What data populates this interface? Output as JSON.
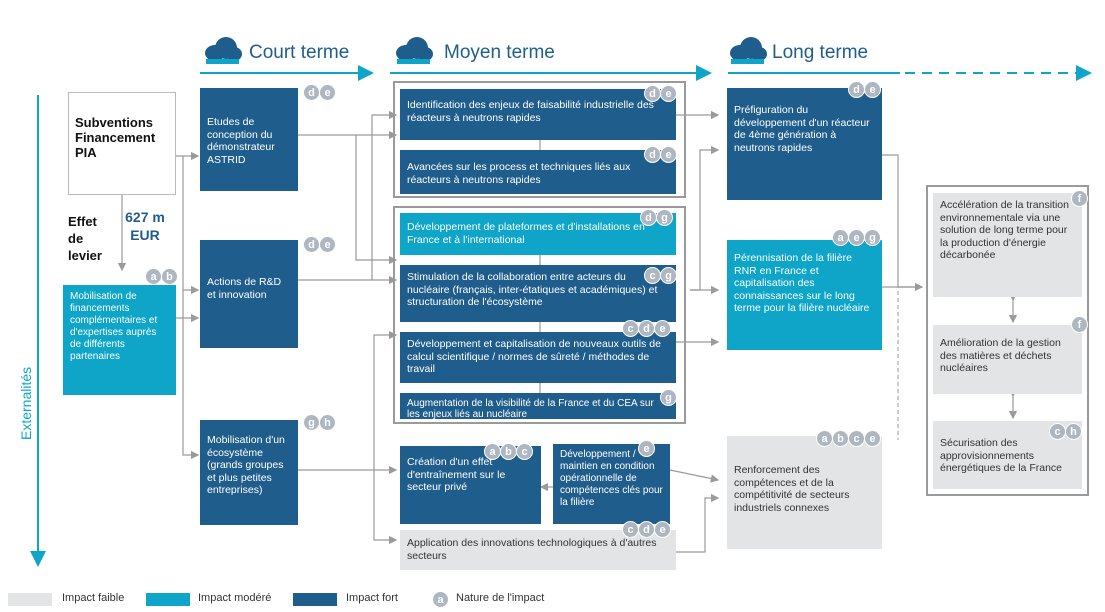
{
  "headers": {
    "court": "Court terme",
    "moyen": "Moyen terme",
    "long": "Long terme"
  },
  "side_label": "Externalités",
  "subventions": {
    "l1": "Subventions",
    "l2": "Financement",
    "l3": "PIA"
  },
  "effet": {
    "l1": "Effet",
    "l2": "de",
    "l3": "levier",
    "amount": "627 m",
    "unit": "EUR"
  },
  "mobilisation_fin": {
    "text": "Mobilisation de financements complémentaires et d'expertises auprès de différents partenaires",
    "badges": [
      "a",
      "b"
    ]
  },
  "court_boxes": [
    {
      "text": "Etudes de conception du démonstrateur ASTRID",
      "badges": [
        "d",
        "e"
      ]
    },
    {
      "text": "Actions de R&D et innovation",
      "badges": [
        "d",
        "e"
      ]
    },
    {
      "text": "Mobilisation d'un écosystème (grands groupes et plus petites entreprises)",
      "badges": [
        "g",
        "h"
      ]
    }
  ],
  "moyen_boxes": [
    {
      "text": "Identification des enjeux de faisabilité industrielle des réacteurs à neutrons rapides",
      "badges": [
        "d",
        "e"
      ]
    },
    {
      "text": "Avancées sur les process et techniques liés aux réacteurs à neutrons rapides",
      "badges": [
        "d",
        "e"
      ]
    },
    {
      "text": "Développement de plateformes et d'installations en France et à l'international",
      "badges": [
        "d",
        "g"
      ]
    },
    {
      "text": "Stimulation de la collaboration entre acteurs du nucléaire (français, inter-étatiques et académiques) et structuration de l'écosystème",
      "badges": [
        "c",
        "g"
      ]
    },
    {
      "text": "Développement et capitalisation de nouveaux outils de calcul scientifique / normes de sûreté / méthodes de travail",
      "badges": [
        "c",
        "d",
        "e"
      ]
    },
    {
      "text": "Augmentation de la visibilité de la France et du CEA sur les enjeux liés au nucléaire",
      "badges": [
        "g"
      ]
    },
    {
      "text": "Création d'un effet d'entraînement sur le secteur privé",
      "badges": [
        "a",
        "b",
        "c"
      ]
    },
    {
      "text": "Développement / maintien en condition opérationnelle de compétences clés pour la filière",
      "badges": [
        "e"
      ]
    },
    {
      "text": "Application des innovations technologiques à d'autres secteurs",
      "badges": [
        "c",
        "d",
        "e"
      ]
    }
  ],
  "long_boxes": [
    {
      "text": "Préfiguration du développement d'un réacteur de 4ème génération à neutrons rapides",
      "badges": [
        "d",
        "e"
      ]
    },
    {
      "text": "Pérennisation de la filière RNR en France et capitalisation des connaissances sur le long terme pour la filière nucléaire",
      "badges": [
        "a",
        "e",
        "g"
      ]
    },
    {
      "text": "Renforcement des compétences et de la compétitivité de secteurs industriels connexes",
      "badges": [
        "a",
        "b",
        "c",
        "e"
      ]
    }
  ],
  "final_boxes": [
    {
      "text": "Accélération de la transition environnementale via une solution de long terme pour la production d'énergie décarbonée",
      "badges": [
        "f"
      ]
    },
    {
      "text": "Amélioration de la gestion des matières et déchets nucléaires",
      "badges": [
        "f"
      ]
    },
    {
      "text": "Sécurisation des approvisionnements énergétiques de la France",
      "badges": [
        "c",
        "h"
      ]
    }
  ],
  "legend": {
    "faible": "Impact faible",
    "modere": "Impact modéré",
    "fort": "Impact fort",
    "nature_badge": "a",
    "nature": "Nature de l'impact"
  },
  "colors": {
    "fort": "#1f5d8c",
    "modere": "#0ea5c8",
    "faible": "#e3e4e6",
    "accent": "#1f5d8c",
    "badge": "#aeb6c2"
  }
}
